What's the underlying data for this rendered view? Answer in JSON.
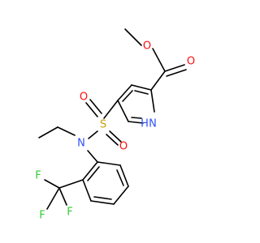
{
  "colors": {
    "background": "#ffffff",
    "bond": "#000000",
    "oxygen": "#ff0d0d",
    "nitrogen": "#3050f8",
    "sulfur": "#c8a000",
    "fluorine": "#33cc33"
  },
  "atoms": {
    "ester_o_methyl": "O",
    "ester_o_carbonyl": "O",
    "pyrrole_n": "N",
    "pyrrole_h": "H",
    "sulfonyl_s": "S",
    "sulfonyl_o_top": "O",
    "sulfonyl_o_bottom": "O",
    "sulfonamide_n": "N",
    "f1": "F",
    "f2": "F",
    "f3": "F"
  }
}
